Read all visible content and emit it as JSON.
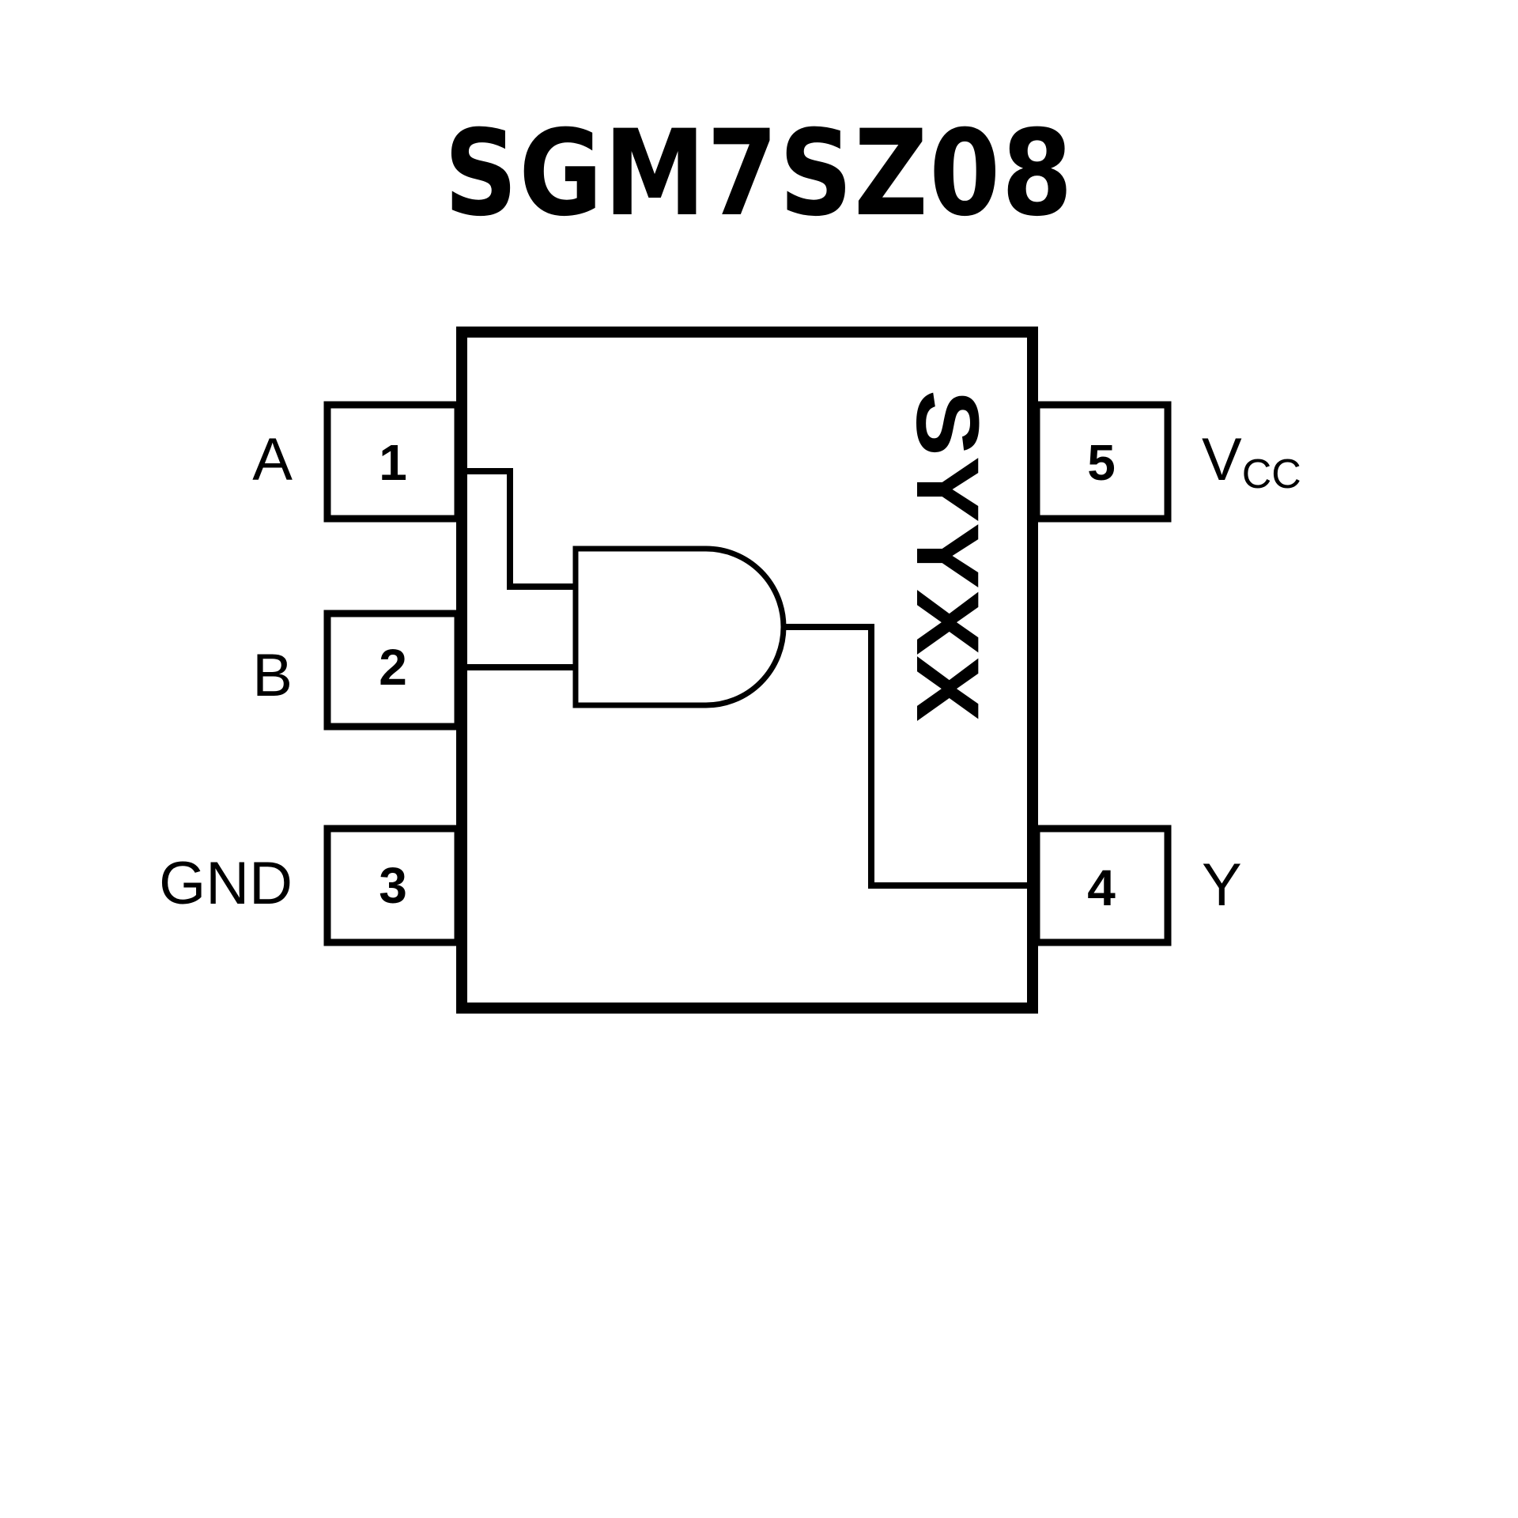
{
  "title": "SGM7SZ08",
  "package_marking": "SYYXX",
  "gate_type": "AND",
  "pins": {
    "left": [
      {
        "number": "1",
        "name": "A"
      },
      {
        "number": "2",
        "name": "B"
      },
      {
        "number": "3",
        "name": "GND"
      }
    ],
    "right": [
      {
        "number": "5",
        "name": "V",
        "name_subscript": "CC"
      },
      {
        "number": "4",
        "name": "Y"
      }
    ]
  },
  "colors": {
    "stroke": "#000000",
    "background": "#ffffff"
  }
}
